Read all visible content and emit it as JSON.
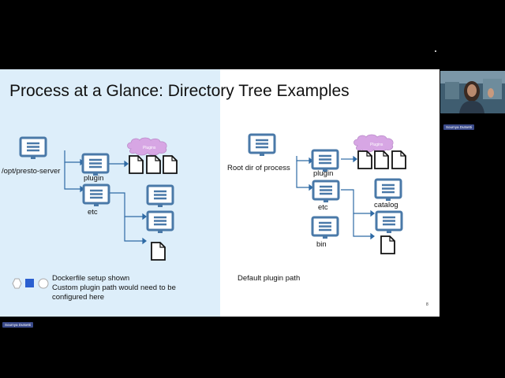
{
  "slide": {
    "title": "Process at a Glance: Directory Tree Examples",
    "left": {
      "root_label": "/opt/presto-server",
      "plugin_label": "plugin",
      "etc_label": "etc",
      "cloud_label": "Plugins"
    },
    "right": {
      "root_label": "Root dir of process",
      "plugin_label": "plugin",
      "etc_label": "etc",
      "bin_label": "bin",
      "catalog_label": "catalog",
      "cloud_label": "Plugins"
    },
    "notes": {
      "line1": "Dockerfile setup shown",
      "line2": "Custom plugin path would need to be",
      "line3": "configured  here",
      "default_path": "Default plugin path"
    },
    "page_number": "8",
    "shapes": [
      "hexagon-shape",
      "square-shape",
      "circle-shape"
    ]
  },
  "participants": {
    "speaker_name": "Soumya Dutsetti",
    "presenter_name": "Soumya Dutsetti"
  },
  "colors": {
    "accent_blue": "#2e6aa5",
    "icon_blue": "#4a79a8",
    "cloud_purple": "#d7a6e4",
    "slide_left_bg": "#ddeefa",
    "name_tag": "#3a4a8a"
  }
}
